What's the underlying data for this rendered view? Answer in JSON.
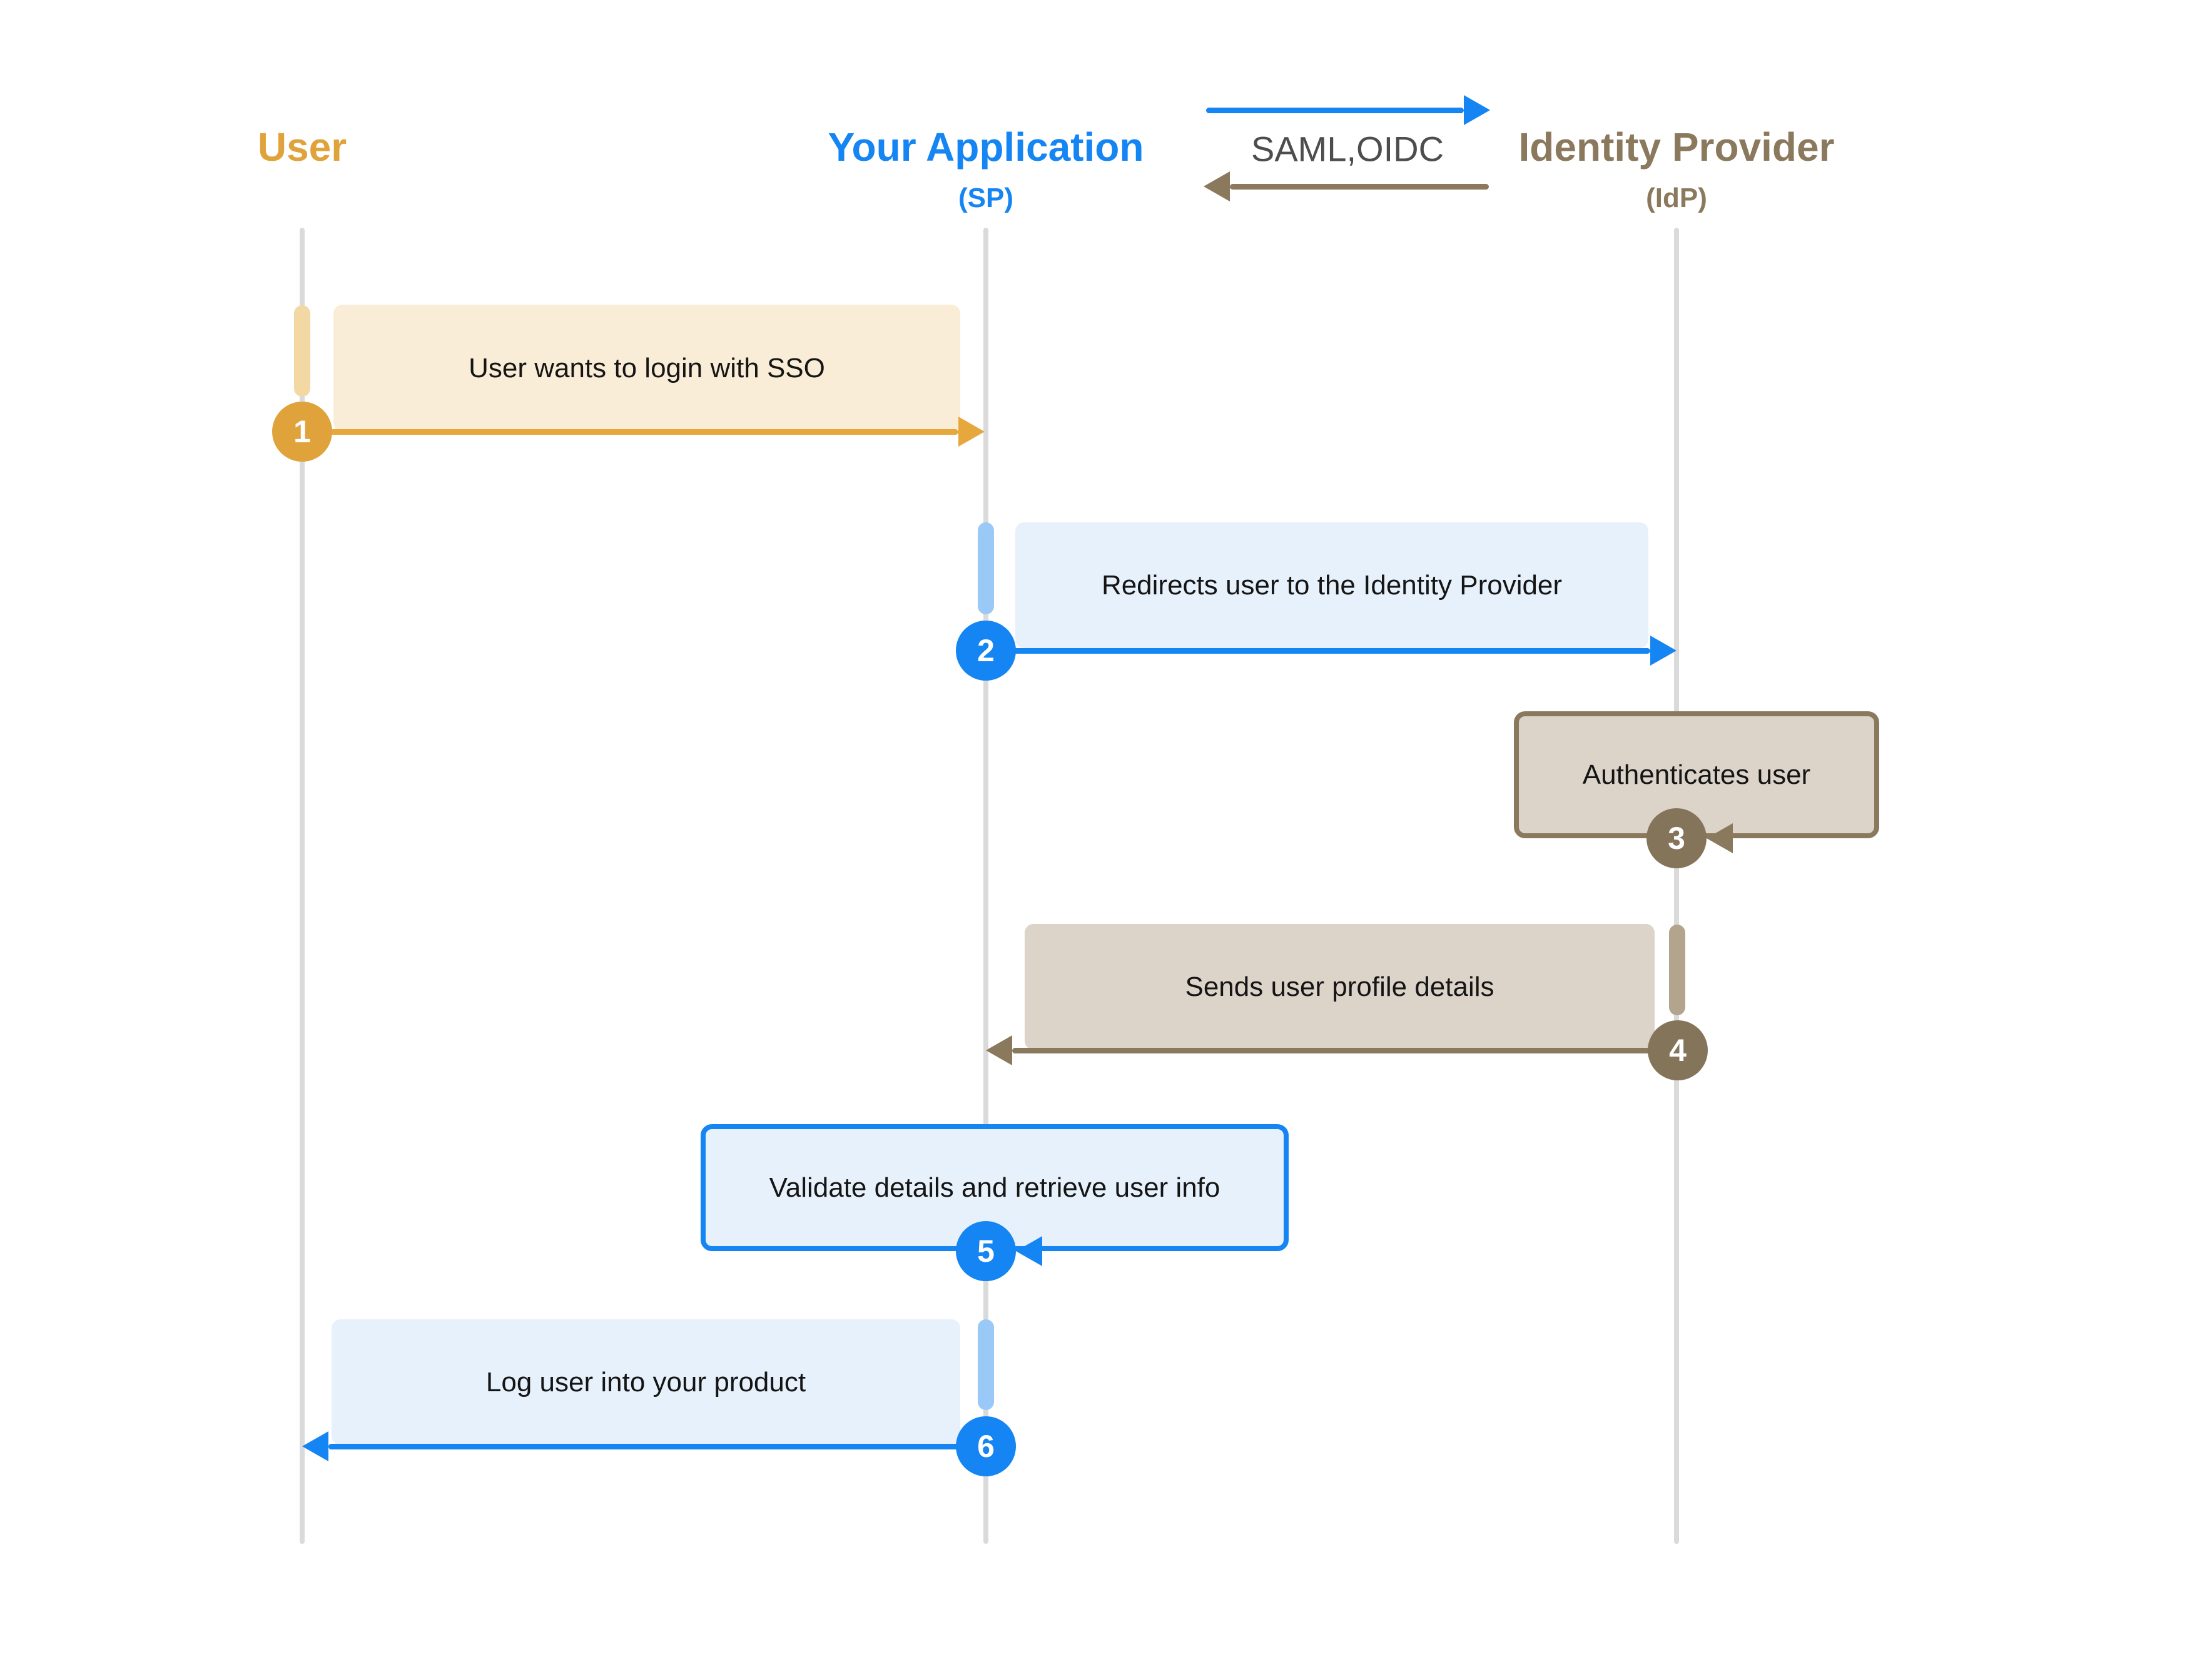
{
  "actors": [
    {
      "name": "User",
      "subtitle": ""
    },
    {
      "name": "Your Application",
      "subtitle": "(SP)"
    },
    {
      "name": "Identity Provider",
      "subtitle": "(IdP)"
    }
  ],
  "protocol": {
    "label": "SAML,OIDC"
  },
  "steps": [
    {
      "number": "1",
      "text": "User wants to login with SSO"
    },
    {
      "number": "2",
      "text": "Redirects user to the Identity Provider"
    },
    {
      "number": "3",
      "text": "Authenticates user"
    },
    {
      "number": "4",
      "text": "Sends user profile details"
    },
    {
      "number": "5",
      "text": "Validate details and retrieve user info"
    },
    {
      "number": "6",
      "text": "Log user into your product"
    }
  ],
  "colors": {
    "gold": "#E0A33C",
    "gold-line": "#E6A83C",
    "gold-light": "#F3D8A4",
    "cream": "#FAEDD7",
    "blue": "#1485F2",
    "blue-light": "#9AC9F8",
    "blue-pale": "#E7F1FB",
    "brown": "#8A795C",
    "brown-deep": "#84745A",
    "brown-light": "#B3A48D",
    "taupe": "#DCD3C9",
    "ink": "#151515",
    "protocol-ink": "#4D4D4D",
    "lifeline": "#DADADA"
  }
}
